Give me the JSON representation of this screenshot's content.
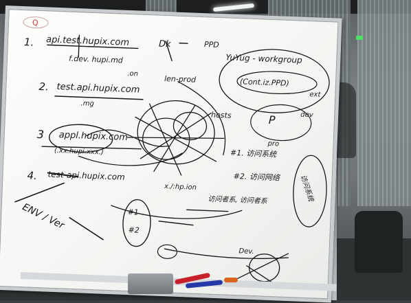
{
  "board_text": {
    "logo": "Q",
    "item1_num": "1.",
    "item1_line1": "api.test.hupix.com",
    "item1_line2": "f.dev.  hupi.md",
    "item1_line3": ".on",
    "item2_num": "2.",
    "item2_line1": "test.api.hupix.com",
    "item2_line2": ".mg",
    "item3_num": "3",
    "item3_line1": "appl.hupix.com",
    "item3_line2": "(.xx.hupi.xxx.)",
    "item4_num": "4.",
    "item4_line1": "test-api.hupix.com",
    "top_dk": "Dk",
    "top_ppd": "PPD",
    "yuyug": "YuYug - workgroup",
    "cont": "(Cont.iz.PPD)",
    "ext": "ext",
    "dev": "dev",
    "p_mark": "P",
    "lens_prod": "len-prod",
    "hosts": "hosts",
    "pro": "pro",
    "h1": "#1.  访问系统",
    "h2": "#2.  访问网络",
    "ip_note": "x./:hp.ion",
    "mid_note": "访问者系, 访问者系",
    "side_note": "访问系统",
    "env_ver": "ENV / Ver",
    "h1b": "#1",
    "h2b": "#2",
    "bottom_note": "Dev."
  },
  "accent": {
    "ink": "#161719",
    "marker_red": "#c8202a",
    "marker_blue": "#2438a8",
    "marker_orange": "#d9641e",
    "exit_sign": "#4fe06a"
  }
}
